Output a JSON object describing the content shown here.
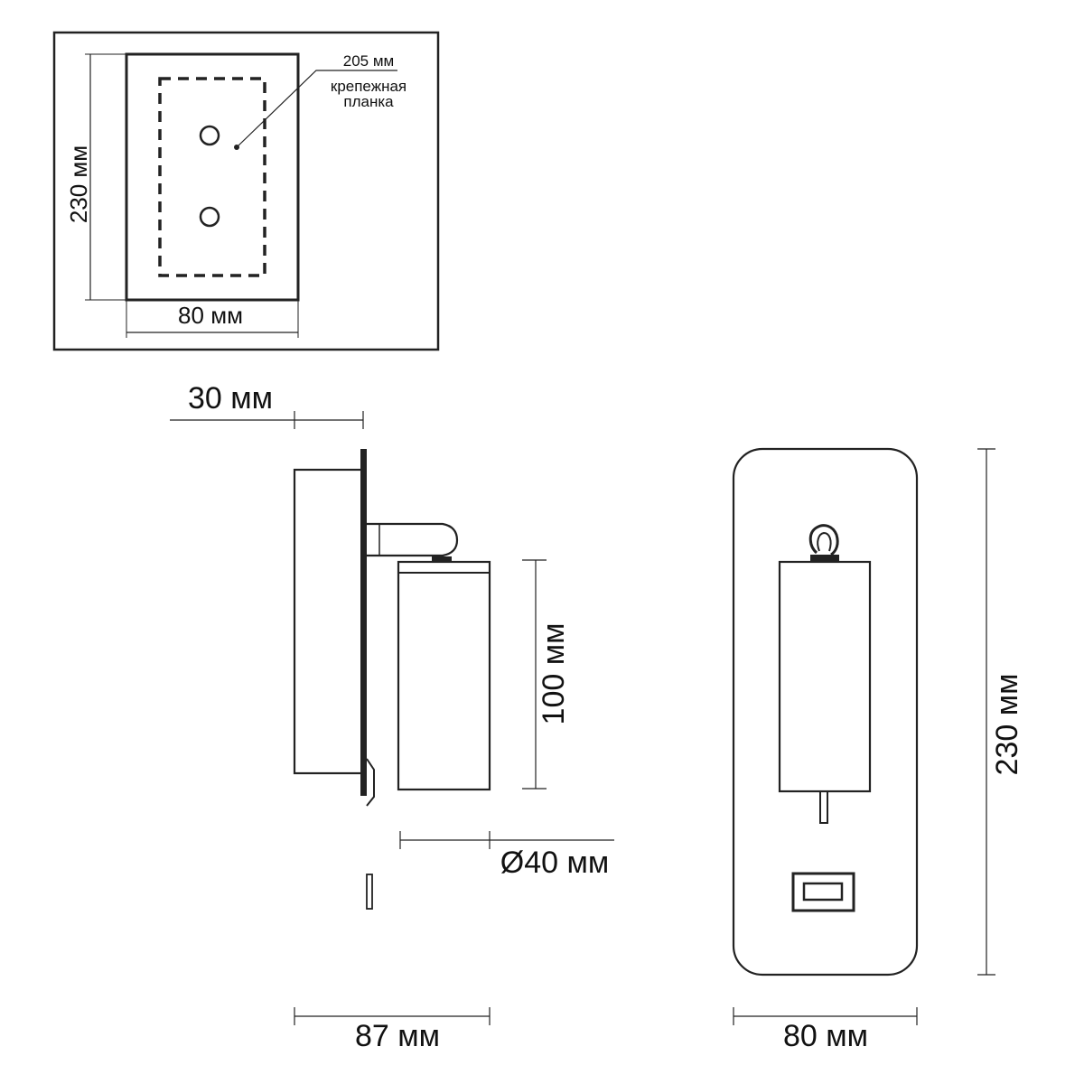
{
  "mounting_view": {
    "height_label": "230 мм",
    "width_label": "80 мм",
    "plate_size_label": "205 мм",
    "plate_caption": [
      "крепежная",
      "планка"
    ]
  },
  "side_view": {
    "depth_offset_label": "30 мм",
    "shade_height_label": "100 мм",
    "shade_diameter_label": "Ø40 мм",
    "total_depth_label": "87 мм"
  },
  "front_view": {
    "height_label": "230 мм",
    "width_label": "80 мм"
  }
}
